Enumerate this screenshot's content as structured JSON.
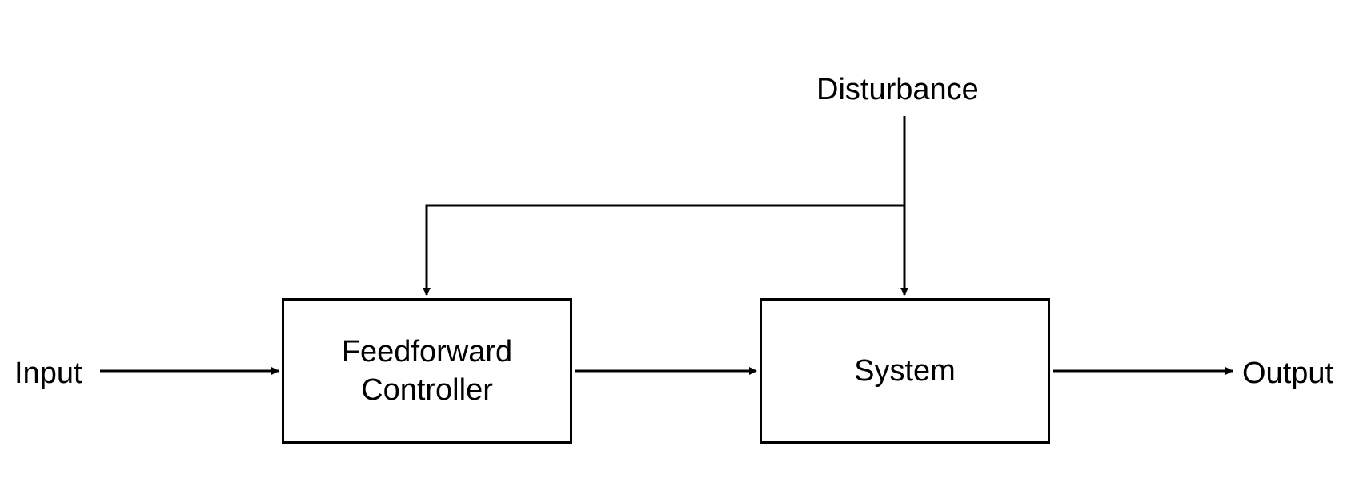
{
  "diagram": {
    "input_label": "Input",
    "output_label": "Output",
    "disturbance_label": "Disturbance",
    "blocks": [
      {
        "id": "controller",
        "line1": "Feedforward",
        "line2": "Controller"
      },
      {
        "id": "system",
        "line1": "System"
      }
    ],
    "colors": {
      "stroke": "#000000",
      "background": "#ffffff"
    }
  }
}
